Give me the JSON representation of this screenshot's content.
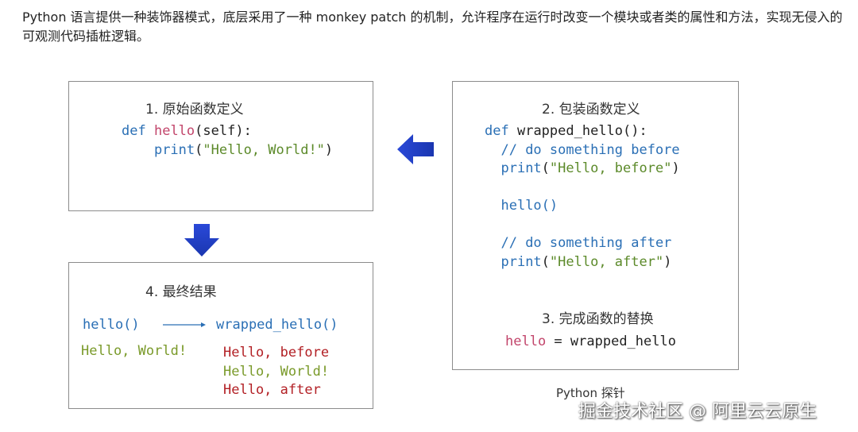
{
  "intro": {
    "text": "Python 语言提供一种装饰器模式，底层采用了一种 monkey patch 的机制，允许程序在运行时改变一个模块或者类的属性和方法，实现无侵入的可观测代码插桩逻辑。"
  },
  "box1": {
    "title": "1. 原始函数定义",
    "def_kw": "def",
    "fn_name": "hello",
    "open": "(",
    "param": "self",
    "close": "):",
    "print_kw": "print",
    "print_open": "(",
    "string": "\"Hello, World!\"",
    "print_close": ")"
  },
  "box2": {
    "title": "2. 包装函数定义",
    "def_kw": "def",
    "signature": "wrapped_hello():",
    "comment1": "// do something before",
    "print1_kw": "print",
    "print1_open": "(",
    "print1_str": "\"Hello, before\"",
    "print1_close": ")",
    "call": "hello()",
    "comment2": "// do something after",
    "print2_kw": "print",
    "print2_open": "(",
    "print2_str": "\"Hello, after\"",
    "print2_close": ")",
    "replace_title": "3. 完成函数的替换",
    "replace_lhs": "hello",
    "replace_eq": " = ",
    "replace_rhs": "wrapped_hello"
  },
  "box4": {
    "title": "4. 最终结果",
    "left_call": "hello()",
    "right_call": "wrapped_hello()",
    "left_output": "Hello, World!",
    "right_output": [
      "Hello, before",
      "Hello, World!",
      "Hello, after"
    ]
  },
  "footer": {
    "note": "Python 探针",
    "watermark": "掘金技术社区 @ 阿里云云原生"
  },
  "colors": {
    "arrow": "#1f3fc0",
    "keyword": "#2a6fb5",
    "pink": "#c2456b",
    "string": "#5c8a2a",
    "red_output": "#b21f24"
  }
}
